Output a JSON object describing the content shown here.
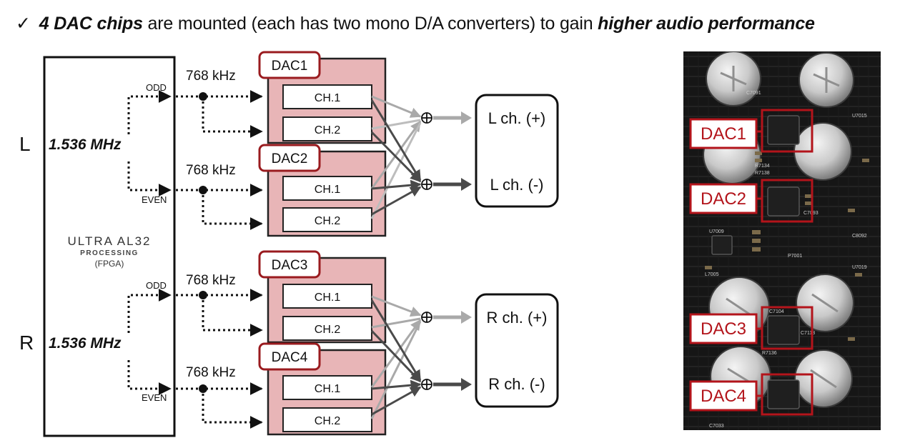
{
  "headline": {
    "check": "✓",
    "bold1": "4 DAC chips",
    "mid": " are mounted (each has two mono D/A converters) to gain ",
    "bold2": "higher audio performance"
  },
  "fpga": {
    "line1": "ULTRA AL32",
    "line2": "PROCESSING",
    "line3": "(FPGA)"
  },
  "channels": [
    {
      "side": "L",
      "clock": "1.536 MHz",
      "odd": "ODD",
      "even": "EVEN"
    },
    {
      "side": "R",
      "clock": "1.536 MHz",
      "odd": "ODD",
      "even": "EVEN"
    }
  ],
  "rate_label": "768 kHz",
  "dacs": [
    {
      "name": "DAC1",
      "ch1": "CH.1",
      "ch2": "CH.2"
    },
    {
      "name": "DAC2",
      "ch1": "CH.1",
      "ch2": "CH.2"
    },
    {
      "name": "DAC3",
      "ch1": "CH.1",
      "ch2": "CH.2"
    },
    {
      "name": "DAC4",
      "ch1": "CH.1",
      "ch2": "CH.2"
    }
  ],
  "outputs": [
    {
      "plus": "L ch. (+)",
      "minus": "L ch. (-)"
    },
    {
      "plus": "R ch. (+)",
      "minus": "R ch. (-)"
    }
  ],
  "sum_symbol": "⊕",
  "photo": {
    "labels": [
      "DAC1",
      "DAC2",
      "DAC3",
      "DAC4"
    ],
    "silk": [
      "C7091",
      "R7134",
      "R7138",
      "C7093",
      "U7009",
      "C8092",
      "P7001",
      "L7005",
      "U7019",
      "C7104",
      "R7136",
      "C7033",
      "C7113",
      "U7015"
    ]
  },
  "colors": {
    "dac_fill": "#e8b5b7",
    "dac_border": "#9a1b1f",
    "photo_label": "#b3141b"
  }
}
